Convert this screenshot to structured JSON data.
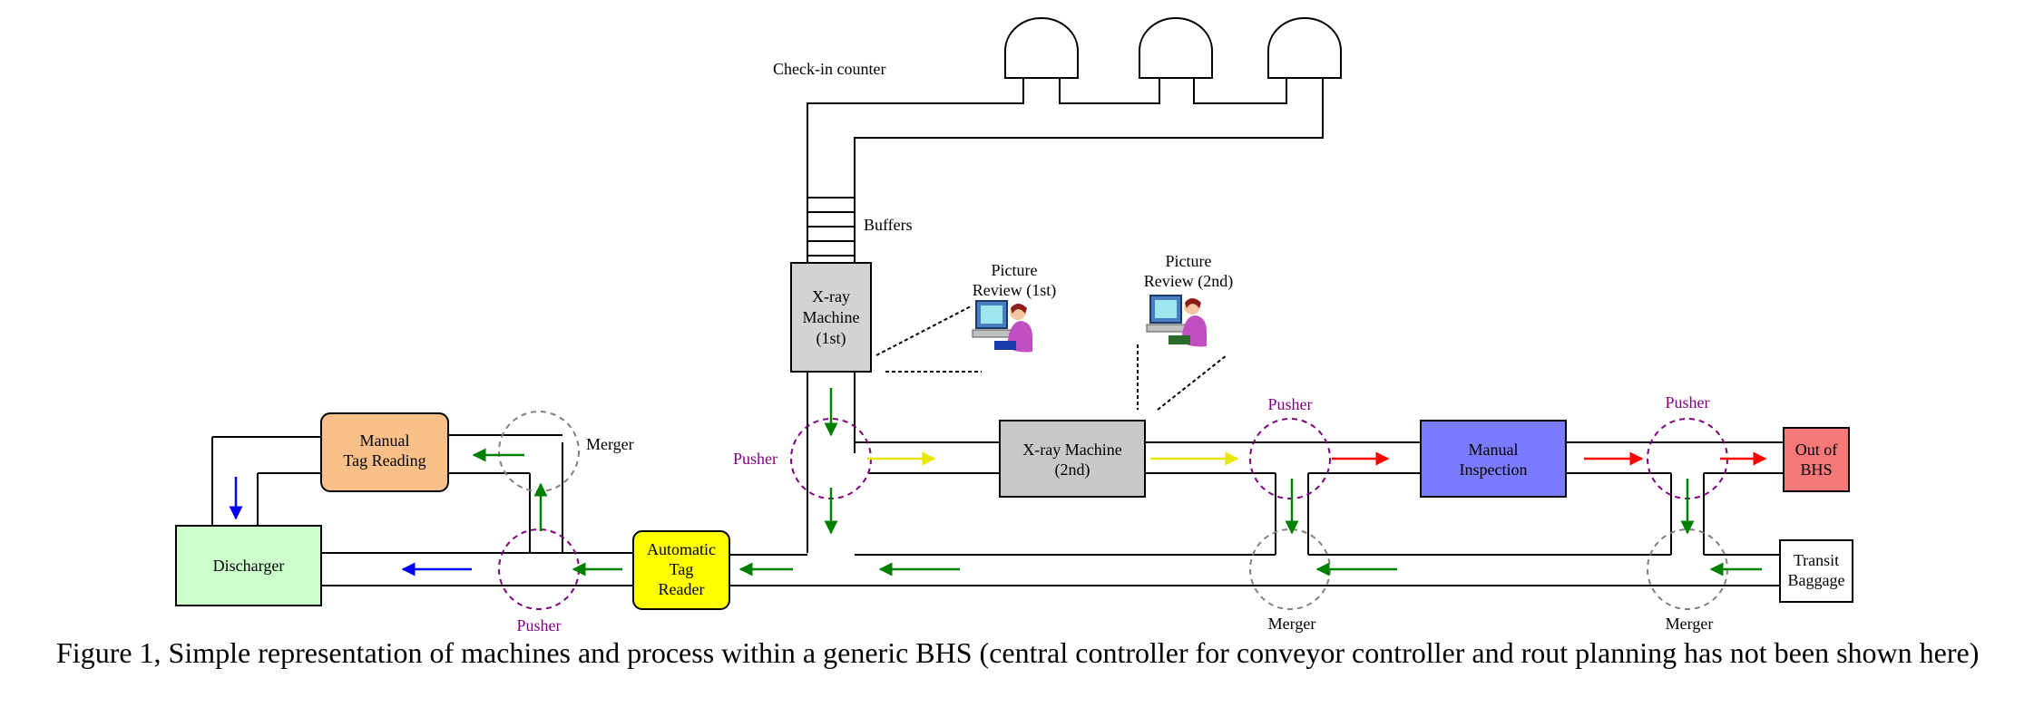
{
  "labels": {
    "checkin": "Check-in counter",
    "buffers": "Buffers",
    "picture_review_1_l1": "Picture",
    "picture_review_1_l2": "Review (1st)",
    "picture_review_2_l1": "Picture",
    "picture_review_2_l2": "Review (2nd)",
    "pusher_a": "Pusher",
    "pusher_b": "Pusher",
    "pusher_c": "Pusher",
    "pusher_d": "Pusher",
    "merger_a": "Merger",
    "merger_b": "Merger",
    "merger_c": "Merger"
  },
  "boxes": {
    "xray1": [
      "X-ray",
      "Machine",
      "(1st)"
    ],
    "xray2": [
      "X-ray Machine",
      "(2nd)"
    ],
    "manual_insp": [
      "Manual",
      "Inspection"
    ],
    "out_bhs": [
      "Out of",
      "BHS"
    ],
    "transit": [
      "Transit",
      "Baggage"
    ],
    "auto_tag": [
      "Automatic",
      "Tag",
      "Reader"
    ],
    "discharger": [
      "Discharger"
    ],
    "manual_tag": [
      "Manual",
      "Tag Reading"
    ]
  },
  "colors": {
    "xray": "#d3d3d3",
    "manual_inspection": "#7b7bff",
    "out_of_bhs": "#f47a7a",
    "automatic_tag_reader": "#ffff00",
    "discharger": "#ccffcc",
    "manual_tag_reading": "#f9c08a",
    "arrow_green": "#008000",
    "arrow_yellow": "#ffff00",
    "arrow_red": "#ff0000",
    "arrow_blue": "#0000ff",
    "pusher_circle": "#800080",
    "merger_circle": "#808080"
  },
  "caption": "Figure 1, Simple representation of machines and process within a generic BHS (central controller for conveyor controller and rout planning has not been shown here)"
}
